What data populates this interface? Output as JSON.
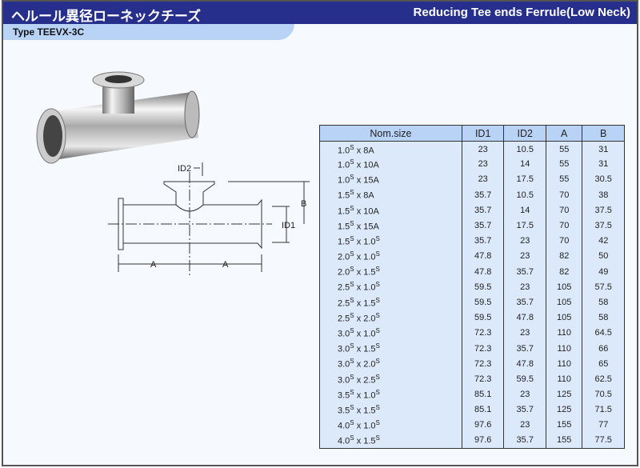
{
  "header": {
    "title_jp": "ヘルール異径ローネックチーズ",
    "title_en": "Reducing Tee ends Ferrule(Low Neck)",
    "type": "Type TEEVX-3C"
  },
  "drawing": {
    "labels": {
      "id2": "ID2",
      "b": "B",
      "id1": "ID1",
      "a_left": "A",
      "a_right": "A"
    }
  },
  "table": {
    "headers": [
      "Nom.size",
      "ID1",
      "ID2",
      "A",
      "B"
    ],
    "rows": [
      {
        "size": "1.0",
        "sup": "S",
        "suffix": " x 8A",
        "id1": "23",
        "id2": "10.5",
        "a": "55",
        "b": "31"
      },
      {
        "size": "1.0",
        "sup": "S",
        "suffix": " x 10A",
        "id1": "23",
        "id2": "14",
        "a": "55",
        "b": "31"
      },
      {
        "size": "1.0",
        "sup": "S",
        "suffix": " x 15A",
        "id1": "23",
        "id2": "17.5",
        "a": "55",
        "b": "30.5"
      },
      {
        "size": "1.5",
        "sup": "S",
        "suffix": " x 8A",
        "id1": "35.7",
        "id2": "10.5",
        "a": "70",
        "b": "38"
      },
      {
        "size": "1.5",
        "sup": "S",
        "suffix": " x 10A",
        "id1": "35.7",
        "id2": "14",
        "a": "70",
        "b": "37.5"
      },
      {
        "size": "1.5",
        "sup": "S",
        "suffix": " x 15A",
        "id1": "35.7",
        "id2": "17.5",
        "a": "70",
        "b": "37.5"
      },
      {
        "size": "1.5",
        "sup": "S",
        "suffix": " x 1.0",
        "sup2": "S",
        "id1": "35.7",
        "id2": "23",
        "a": "70",
        "b": "42"
      },
      {
        "size": "2.0",
        "sup": "S",
        "suffix": " x 1.0",
        "sup2": "S",
        "id1": "47.8",
        "id2": "23",
        "a": "82",
        "b": "50"
      },
      {
        "size": "2.0",
        "sup": "S",
        "suffix": " x 1.5",
        "sup2": "S",
        "id1": "47.8",
        "id2": "35.7",
        "a": "82",
        "b": "49"
      },
      {
        "size": "2.5",
        "sup": "S",
        "suffix": " x 1.0",
        "sup2": "S",
        "id1": "59.5",
        "id2": "23",
        "a": "105",
        "b": "57.5"
      },
      {
        "size": "2.5",
        "sup": "S",
        "suffix": " x 1.5",
        "sup2": "S",
        "id1": "59.5",
        "id2": "35.7",
        "a": "105",
        "b": "58"
      },
      {
        "size": "2.5",
        "sup": "S",
        "suffix": " x 2.0",
        "sup2": "S",
        "id1": "59.5",
        "id2": "47.8",
        "a": "105",
        "b": "58"
      },
      {
        "size": "3.0",
        "sup": "S",
        "suffix": " x 1.0",
        "sup2": "S",
        "id1": "72.3",
        "id2": "23",
        "a": "110",
        "b": "64.5"
      },
      {
        "size": "3.0",
        "sup": "S",
        "suffix": " x 1.5",
        "sup2": "S",
        "id1": "72.3",
        "id2": "35.7",
        "a": "110",
        "b": "66"
      },
      {
        "size": "3.0",
        "sup": "S",
        "suffix": " x 2.0",
        "sup2": "S",
        "id1": "72.3",
        "id2": "47.8",
        "a": "110",
        "b": "65"
      },
      {
        "size": "3.0",
        "sup": "S",
        "suffix": " x 2.5",
        "sup2": "S",
        "id1": "72.3",
        "id2": "59.5",
        "a": "110",
        "b": "62.5"
      },
      {
        "size": "3.5",
        "sup": "S",
        "suffix": " x 1.0",
        "sup2": "S",
        "id1": "85.1",
        "id2": "23",
        "a": "125",
        "b": "70.5"
      },
      {
        "size": "3.5",
        "sup": "S",
        "suffix": " x 1.5",
        "sup2": "S",
        "id1": "85.1",
        "id2": "35.7",
        "a": "125",
        "b": "71.5"
      },
      {
        "size": "4.0",
        "sup": "S",
        "suffix": " x 1.0",
        "sup2": "S",
        "id1": "97.6",
        "id2": "23",
        "a": "155",
        "b": "77"
      },
      {
        "size": "4.0",
        "sup": "S",
        "suffix": " x 1.5",
        "sup2": "S",
        "id1": "97.6",
        "id2": "35.7",
        "a": "155",
        "b": "77.5"
      }
    ]
  }
}
